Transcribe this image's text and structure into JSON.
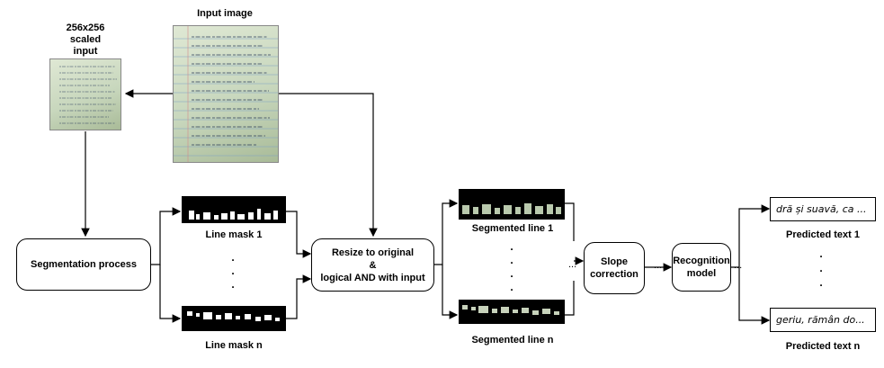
{
  "labels": {
    "input_image": "Input image",
    "scaled_input": [
      "256x256",
      "scaled",
      "input"
    ],
    "line_mask_1": "Line mask 1",
    "line_mask_n": "Line mask n",
    "segmented_line_1": "Segmented line 1",
    "segmented_line_n": "Segmented line n",
    "predicted_text_1": "Predicted text 1",
    "predicted_text_n": "Predicted text n"
  },
  "boxes": {
    "segmentation": "Segmentation process",
    "resize": [
      "Resize to original",
      "&",
      "logical AND with input"
    ],
    "slope": [
      "Slope",
      "correction"
    ],
    "recognition": [
      "Recognition",
      "model"
    ]
  },
  "predictions": {
    "line1": "dră și suavă, ca ...",
    "linen": "geriu, rămân do..."
  },
  "ellipsis": "...",
  "vertical_dots": "."
}
